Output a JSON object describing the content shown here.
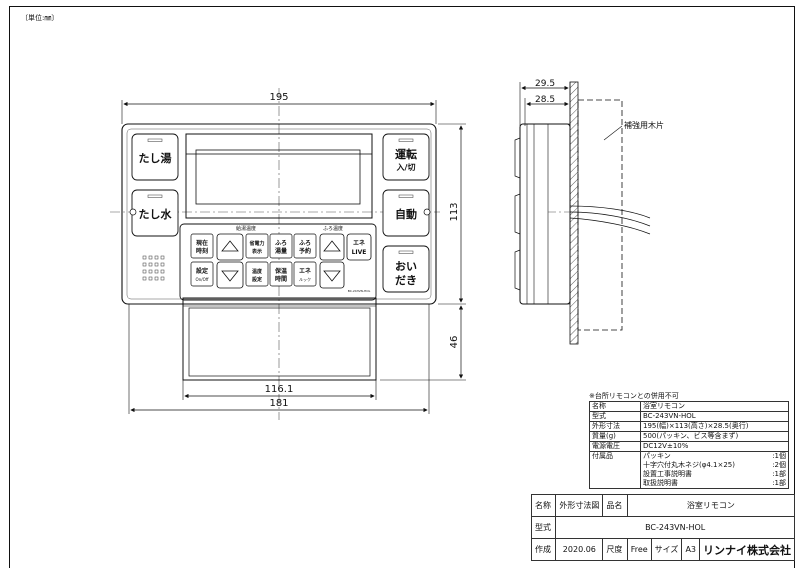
{
  "unit_note": "〔単位:㎜〕",
  "dims": {
    "width_top": "195",
    "height_right": "113",
    "cover_height": "46",
    "cover_width": "116.1",
    "bottom_width": "181",
    "depth_total": "29.5",
    "depth_body": "28.5",
    "wall_label": "補強用木片"
  },
  "remote": {
    "btn_tashi_yu": "たし湯",
    "btn_tashi_mizu": "たし水",
    "btn_unten": "運転",
    "btn_unten_sub": "入/切",
    "btn_jido": "自動",
    "btn_oidaki_1": "おい",
    "btn_oidaki_2": "だき",
    "section_kyuto": "給湯温度",
    "section_furo": "ふろ温度",
    "btn_genzai_1": "現在",
    "btn_genzai_2": "時刻",
    "btn_settei_1": "設定",
    "btn_settei_2": "On/Off",
    "btn_denki_1": "省電力",
    "btn_denki_2": "表示",
    "btn_furo_yusen_1": "ふろ",
    "btn_furo_yusen_2": "湯量",
    "btn_furo_yoyaku_1": "ふろ",
    "btn_furo_yoyaku_2": "予約",
    "btn_onsen_1": "温度",
    "btn_onsen_2": "設定",
    "btn_kyuto_1": "保温",
    "btn_kyuto_2": "時間",
    "btn_energy_1": "エネ",
    "btn_energy_2": "ルック",
    "btn_live_1": "エネ",
    "btn_live_2": "LIVE",
    "model_small": "BC-243VN-HOL"
  },
  "spec": {
    "note": "※台所リモコンとの併用不可",
    "rows": [
      {
        "k": "名称",
        "v": "浴室リモコン"
      },
      {
        "k": "型式",
        "v": "BC-243VN-HOL"
      },
      {
        "k": "外形寸法",
        "v": "195(幅)×113(高さ)×28.5(奥行)"
      },
      {
        "k": "質量(g)",
        "v": "500(パッキン、ビス等含まず)"
      },
      {
        "k": "電源電圧",
        "v": "DC12V±10%"
      }
    ],
    "accessories_label": "付属品",
    "accessories": [
      {
        "name": "パッキン",
        "qty": ":1個"
      },
      {
        "name": "十字穴付丸木ネジ(φ4.1×25)",
        "qty": ":2個"
      },
      {
        "name": "設置工事説明書",
        "qty": ":1部"
      },
      {
        "name": "取扱説明書",
        "qty": ":1部"
      }
    ]
  },
  "title_block": {
    "name_label": "名称",
    "name_value": "外形寸法図",
    "product_label": "品名",
    "product_value": "浴室リモコン",
    "model_label": "型式",
    "model_value": "BC-243VN-HOL",
    "made_label": "作成",
    "made_value": "2020.06",
    "scale_label": "尺度",
    "scale_value": "Free",
    "size_label": "サイズ",
    "size_value": "A3",
    "company": "リンナイ株式会社"
  }
}
